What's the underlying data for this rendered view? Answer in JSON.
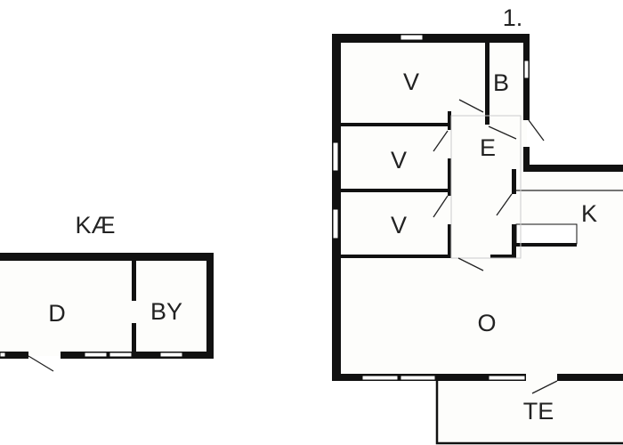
{
  "floor_label": "1.",
  "annex": {
    "title": "KÆ",
    "rooms": [
      "D",
      "BY"
    ]
  },
  "main": {
    "rooms": [
      "V",
      "B",
      "V",
      "E",
      "V",
      "K",
      "O",
      "TE"
    ]
  },
  "colors": {
    "wall": "#111111",
    "floor": "#fdfdfb"
  }
}
